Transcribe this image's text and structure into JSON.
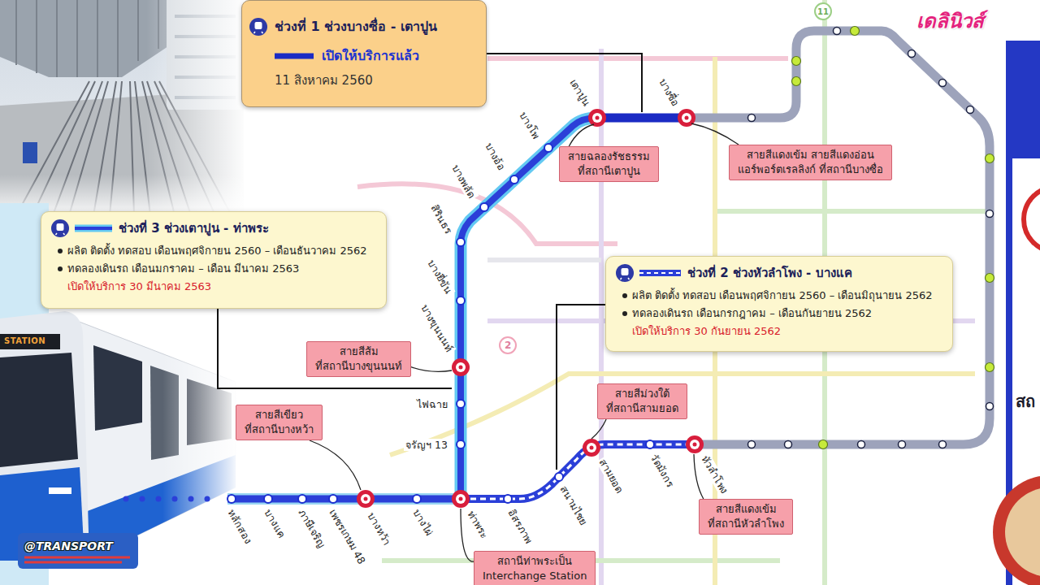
{
  "diagram": {
    "nodes": [
      {
        "text": [
          "ช่วงที่ 1 ช่วงบางซื่อ - เตาปูน",
          "เปิดให้บริการแล้ว",
          "11 สิงหาคม 2560"
        ]
      },
      {
        "text": [
          "สายฉลองรัชธรรม",
          "ที่สถานีเตาปูน"
        ]
      },
      {
        "text": [
          "สายสีแดงเข้ม สายสีแดงอ่อน",
          "แอร์พอร์ตเรลลิงก์ ที่สถานีบางซื่อ"
        ]
      },
      {
        "text": [
          "ช่วงที่ 3 ช่วงเตาปูน - ท่าพระ",
          "ผลิต ติดตั้ง ทดสอบ เดือนพฤศจิกายน 2560 – เดือนธันวาคม 2562",
          "ทดลองเดินรถ เดือนมกราคม – เดือน มีนาคม 2563",
          "เปิดให้บริการ 30 มีนาคม 2563"
        ]
      },
      {
        "text": [
          "ช่วงที่ 2 ช่วงหัวลำโพง - บางแค",
          "ผลิต ติดตั้ง ทดสอบ เดือนพฤศจิกายน 2560 – เดือนมิถุนายน 2562",
          "ทดลองเดินรถ เดือนกรกฎาคม – เดือนกันยายน 2562",
          "เปิดให้บริการ 30 กันยายน 2562"
        ]
      },
      {
        "text": [
          "สายสีส้ม",
          "ที่สถานีบางขุนนนท์"
        ]
      },
      {
        "text": [
          "สายสีม่วงใต้",
          "ที่สถานีสามยอด"
        ]
      },
      {
        "text": [
          "สายสีเขียว",
          "ที่สถานีบางหว้า"
        ]
      },
      {
        "text": [
          "สายสีแดงเข้ม",
          "ที่สถานีหัวลำโพง"
        ]
      },
      {
        "text": [
          "สถานีท่าพระเป็น",
          "Interchange Station"
        ]
      }
    ],
    "labels": [
      "เดลินิวส์",
      "11",
      "เตาปูน",
      "บางซื่อ",
      "บางโพ",
      "บางอ้อ",
      "บางพลัด",
      "สิรินธร",
      "บางยี่ขัน",
      "บางขุนนนท์",
      "2",
      "ไฟฉาย",
      "จรัญฯ 13",
      "หลักสอง",
      "บางแค",
      "ภาษีเจริญ",
      "เพชรเกษม 48",
      "บางหว้า",
      "บางไผ่",
      "ท่าพระ",
      "อิสรภาพ",
      "สนามไชย",
      "สามยอด",
      "วัดมังกร",
      "หัวลำโพง",
      "STATION",
      "@TRANSPORT",
      "สถ"
    ]
  }
}
